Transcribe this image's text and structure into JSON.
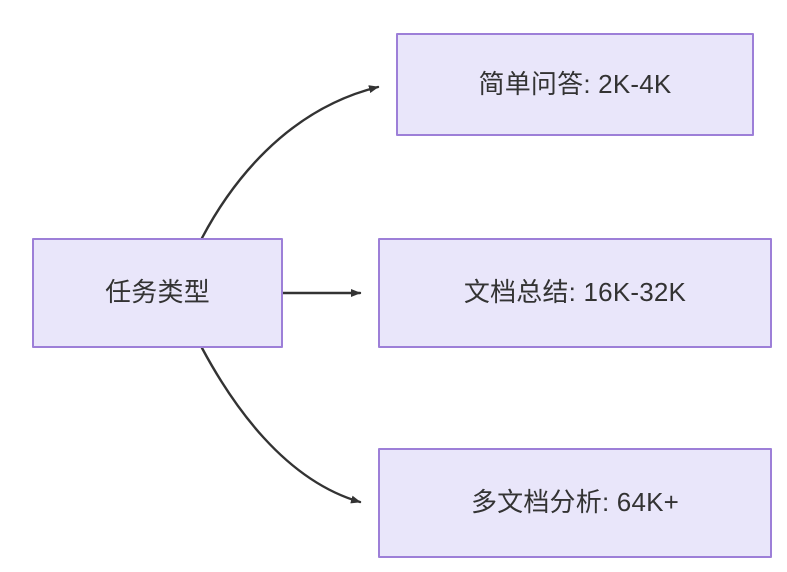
{
  "diagram": {
    "type": "flowchart",
    "direction": "left-to-right",
    "background_color": "#ffffff",
    "node_fill_color": "#e9e6fa",
    "node_border_color": "#9d7fd8",
    "text_color": "#333333",
    "edge_color": "#333333",
    "source_node": {
      "id": "task-type",
      "label": "任务类型"
    },
    "target_nodes": [
      {
        "id": "simple-qa",
        "label": "简单问答: 2K-4K"
      },
      {
        "id": "doc-summary",
        "label": "文档总结: 16K-32K"
      },
      {
        "id": "multi-doc-analysis",
        "label": "多文档分析: 64K+"
      }
    ],
    "edges": [
      {
        "from": "task-type",
        "to": "simple-qa",
        "style": "curved",
        "arrowhead": "solid-triangle"
      },
      {
        "from": "task-type",
        "to": "doc-summary",
        "style": "straight",
        "arrowhead": "solid-triangle"
      },
      {
        "from": "task-type",
        "to": "multi-doc-analysis",
        "style": "curved",
        "arrowhead": "solid-triangle"
      }
    ]
  }
}
